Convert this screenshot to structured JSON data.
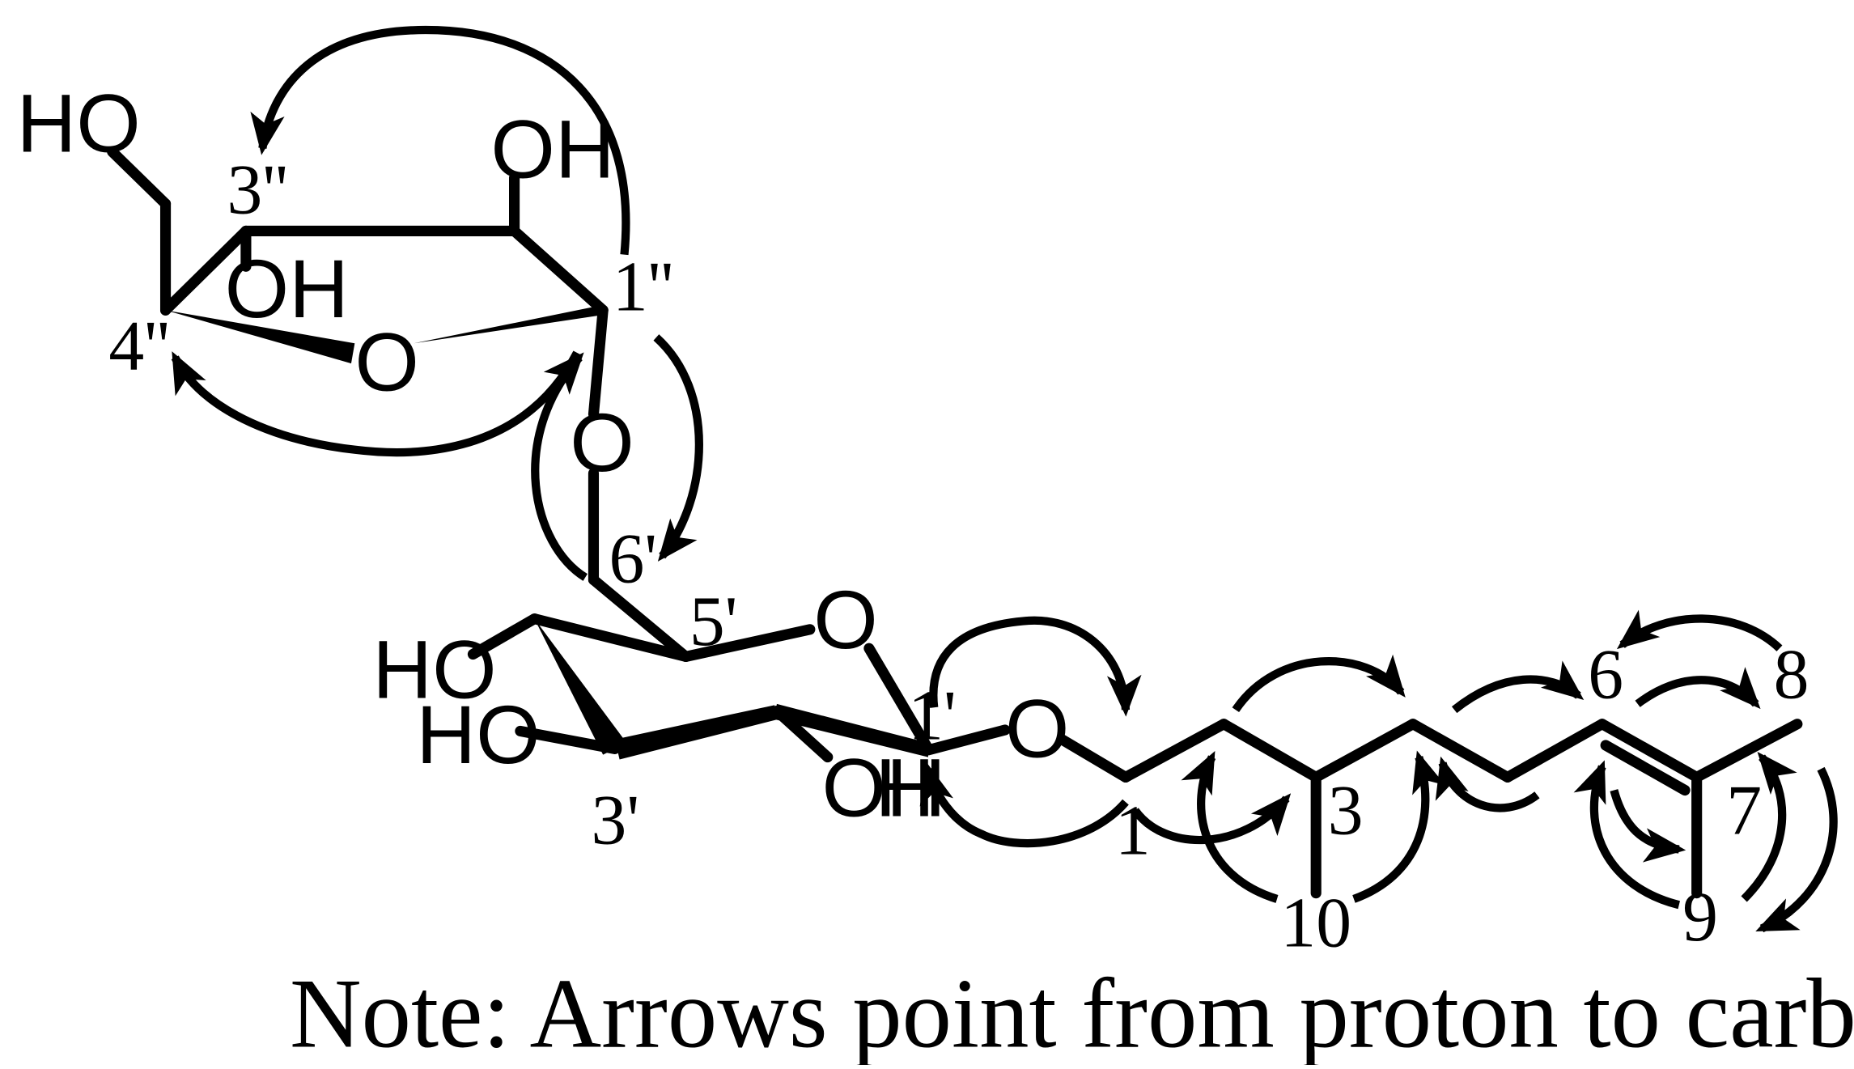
{
  "diagram": {
    "note": "Note: Arrows point from proton to carbon.",
    "colors": {
      "ink": "#000000",
      "background": "#ffffff"
    },
    "atom_labels": {
      "ho_top_left": "HO",
      "oh_top": "OH",
      "oh_ring_inner": "OH",
      "o_furanose_ring": "O",
      "o_glycosidic": "O",
      "o_pyranose_ring": "O",
      "ho_c4p": "HO",
      "ho_c3p": "HO",
      "oh_c2p": "OH",
      "h_anomeric": "H",
      "o_aglycone": "O"
    },
    "position_labels": {
      "c3pp": "3''",
      "c1pp": "1''",
      "c4pp": "4''",
      "c6p": "6'",
      "c5p": "5'",
      "c1p": "1'",
      "c3p": "3'",
      "c1": "1",
      "c3": "3",
      "c6": "6",
      "c7": "7",
      "c8": "8",
      "c9": "9",
      "c10": "10"
    },
    "hmbc_correlations": [
      {
        "from": "H-1''",
        "to": "C-3''"
      },
      {
        "from": "H-1''",
        "to": "C-4''"
      },
      {
        "from": "H-1''",
        "to": "C-6'"
      },
      {
        "from": "H-6'",
        "to": "C-1''"
      },
      {
        "from": "H-1'",
        "to": "C-1"
      },
      {
        "from": "H-1",
        "to": "C-1'"
      },
      {
        "from": "H-1",
        "to": "C-3"
      },
      {
        "from": "H-10",
        "to": "C-2"
      },
      {
        "from": "H-10",
        "to": "C-4"
      },
      {
        "from": "H-4",
        "to": "C-6"
      },
      {
        "from": "H-6",
        "to": "C-4"
      },
      {
        "from": "H-8",
        "to": "C-6"
      },
      {
        "from": "H-6",
        "to": "C-8"
      },
      {
        "from": "H-9",
        "to": "C-6"
      },
      {
        "from": "H-6",
        "to": "C-9"
      },
      {
        "from": "H-8",
        "to": "C-9"
      },
      {
        "from": "H-9",
        "to": "C-8"
      }
    ]
  }
}
